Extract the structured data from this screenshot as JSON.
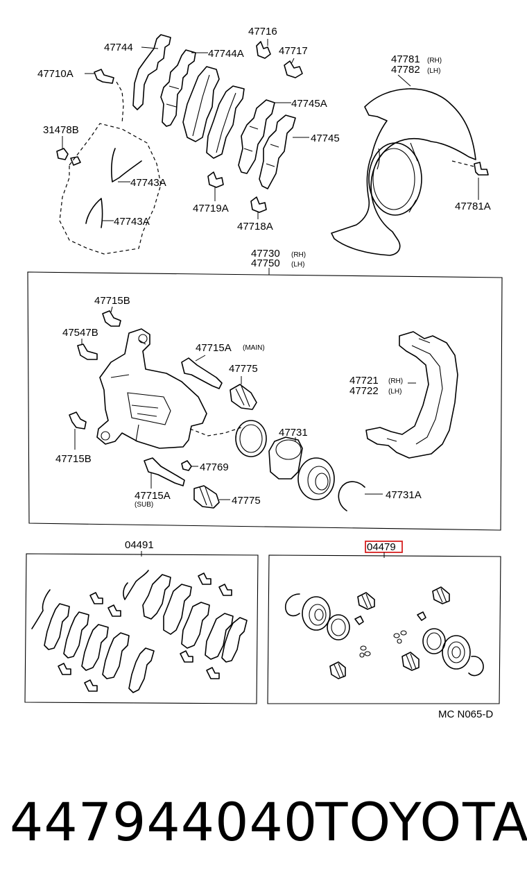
{
  "diagram": {
    "labels": {
      "l47744": "47744",
      "l47744a": "47744A",
      "l47716": "47716",
      "l47717": "47717",
      "l47710a": "47710A",
      "l47745a": "47745A",
      "l47745": "47745",
      "l31478b": "31478B",
      "l47743a_1": "47743A",
      "l47743a_2": "47743A",
      "l47719a": "47719A",
      "l47718a": "47718A",
      "l47781": "47781",
      "l47781_rh": "(RH)",
      "l47782": "47782",
      "l47782_lh": "(LH)",
      "l47781a": "47781A",
      "l47730": "47730",
      "l47730_rh": "(RH)",
      "l47750": "47750",
      "l47750_lh": "(LH)",
      "l47715b_1": "47715B",
      "l47547b": "47547B",
      "l47715a": "47715A",
      "l47715a_main": "(MAIN)",
      "l47775_1": "47775",
      "l47721": "47721",
      "l47721_rh": "(RH)",
      "l47722": "47722",
      "l47722_lh": "(LH)",
      "l47731": "47731",
      "l47715b_2": "47715B",
      "l47769": "47769",
      "l47715a_2": "47715A",
      "l47715a_sub": "(SUB)",
      "l47775_2": "47775",
      "l47731a": "47731A",
      "l04491": "04491",
      "l04479": "04479",
      "code": "MC  N065-D"
    },
    "highlight_color": "#d62020"
  },
  "footer": {
    "part_number": "447944040",
    "brand": "TOYOTA"
  }
}
